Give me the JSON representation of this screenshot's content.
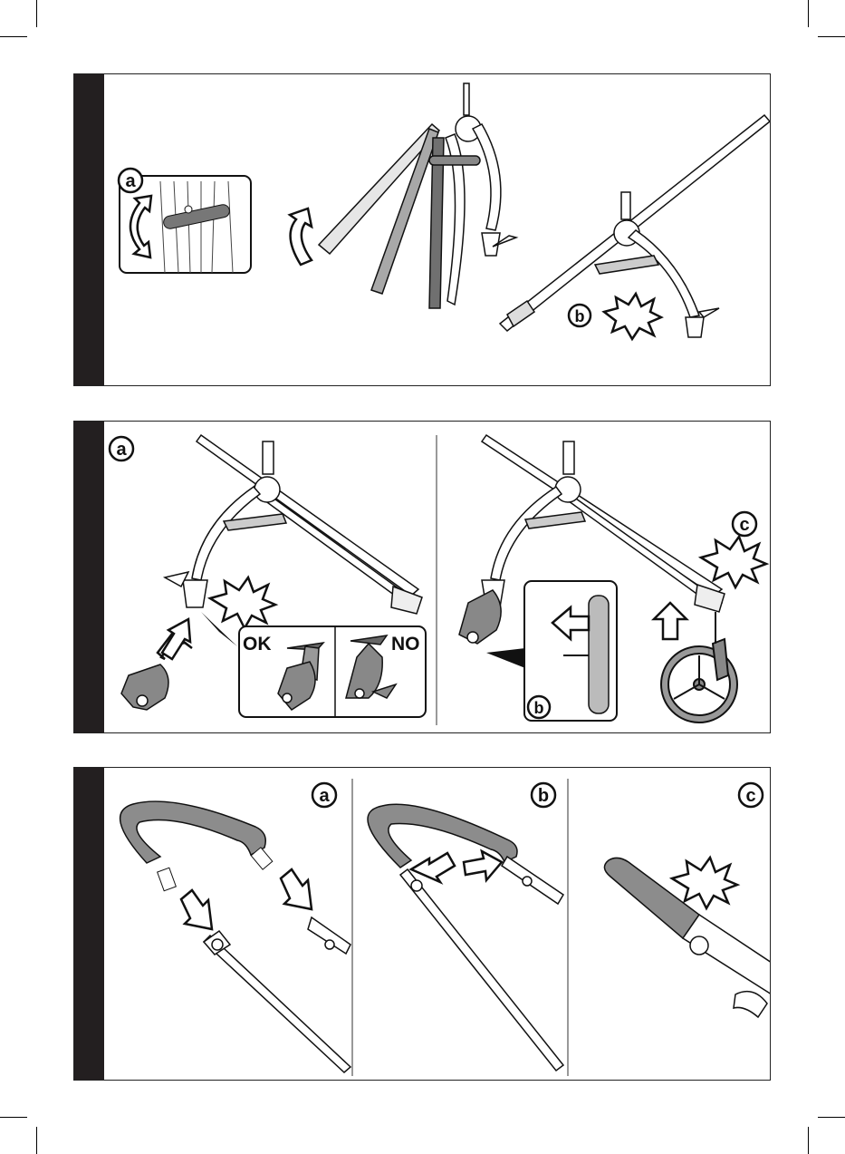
{
  "steps": [
    {
      "labels": {
        "a": "a",
        "b": "b"
      }
    },
    {
      "labels": {
        "a": "a",
        "b": "b",
        "c": "c"
      },
      "compare": {
        "ok": "OK",
        "no": "NO"
      }
    },
    {
      "labels": {
        "a": "a",
        "b": "b",
        "c": "c"
      }
    }
  ],
  "colors": {
    "sidebar": "#231f20",
    "grip": "#8c8c8c",
    "line": "#222222"
  },
  "icons": [
    "rotate-arrow-icon",
    "click-burst-icon",
    "push-arrow-icon"
  ]
}
